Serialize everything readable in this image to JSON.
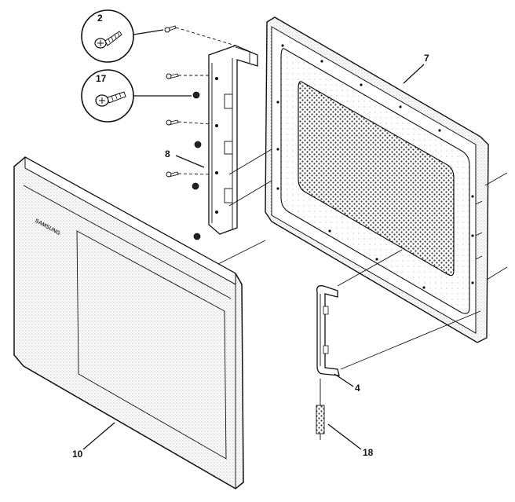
{
  "labels": {
    "screw": "2",
    "screw_dark": "17",
    "hinge": "8",
    "door_frame": "7",
    "door_panel": "10",
    "latch": "4",
    "spring": "18"
  },
  "panel_brand_text": "SAMSUNG"
}
